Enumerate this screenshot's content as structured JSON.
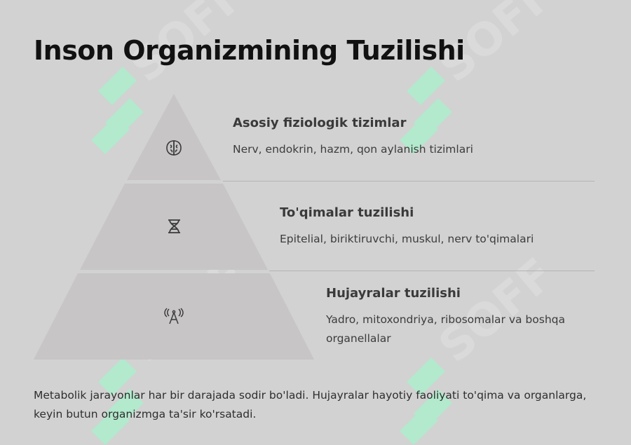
{
  "title": "Inson Organizmining Tuzilishi",
  "watermark_text": "SOFF",
  "tiers": [
    {
      "title": "Asosiy fiziologik tizimlar",
      "description": "Nerv, endokrin, hazm, qon aylanish tizimlari",
      "icon": "brain-icon"
    },
    {
      "title": "To'qimalar tuzilishi",
      "description": "Epitelial, biriktiruvchi, muskul, nerv to'qimalari",
      "icon": "dna-icon"
    },
    {
      "title": "Hujayralar tuzilishi",
      "description": "Yadro, mitoxondriya, ribosomalar va boshqa organellalar",
      "icon": "cell-signal-icon"
    }
  ],
  "footer": "Metabolik jarayonlar har bir darajada sodir bo'ladi. Hujayralar hayotiy faoliyati to'qima va organlarga, keyin butun organizmga ta'sir ko'rsatadi.",
  "colors": {
    "background": "#d2d2d2",
    "pyramid": "#c7c5c6",
    "watermark": "#a8ecc8"
  }
}
